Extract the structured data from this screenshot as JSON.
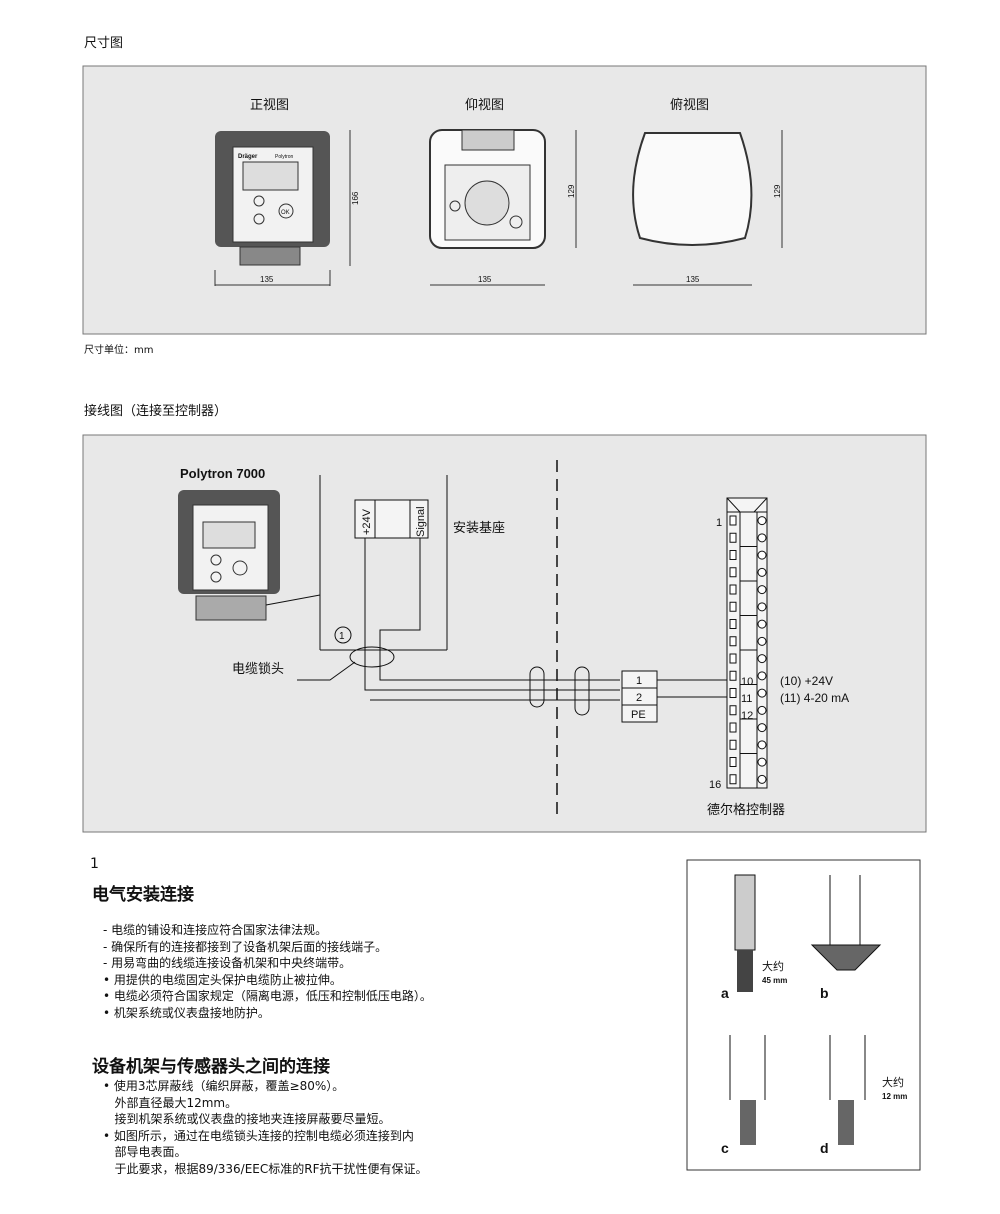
{
  "dimensions": {
    "title": "尺寸图",
    "front_label": "正视图",
    "bottom_label": "仰视图",
    "top_label": "俯视图",
    "width_front": "135",
    "height_front": "166",
    "width_bottom": "135",
    "height_bottom": "129",
    "width_top": "135",
    "height_top": "129",
    "unit_note": "尺寸单位：mm",
    "brand": "Dräger",
    "model_small": "Polytron",
    "ok": "OK"
  },
  "wiring": {
    "title": "接线图（连接至控制器）",
    "device_name": "Polytron 7000",
    "base_label": "安装基座",
    "gland_label": "电缆锁头",
    "circle_ref": "1",
    "term_24v": "+24V",
    "term_signal": "Signal",
    "cable_terms": [
      "1",
      "2",
      "PE"
    ],
    "strip_first": "1",
    "strip_last": "16",
    "strip_nums": [
      "10",
      "11",
      "12"
    ],
    "legend": [
      "(10) +24V",
      "(11) 4-20 mA"
    ],
    "controller_label": "德尔格控制器"
  },
  "section1": {
    "ref": "1",
    "heading": "电气安装连接",
    "items": [
      "- 电缆的铺设和连接应符合国家法律法规。",
      "- 确保所有的连接都接到了设备机架后面的接线端子。",
      "- 用易弯曲的线缆连接设备机架和中央终端带。",
      "• 用提供的电缆固定头保护电缆防止被拉伸。",
      "• 电缆必须符合国家规定（隔离电源，低压和控制低压电路）。",
      "• 机架系统或仪表盘接地防护。"
    ]
  },
  "section2": {
    "heading": "设备机架与传感器头之间的连接",
    "items": [
      "• 使用3芯屏蔽线（编织屏蔽，覆盖≥80%）。",
      "   外部直径最大12mm。",
      "   接到机架系统或仪表盘的接地夹连接屏蔽要尽量短。",
      "• 如图所示，通过在电缆锁头连接的控制电缆必须连接到内",
      "   部导电表面。",
      "   于此要求，根据89/336/EEC标准的RF抗干扰性便有保证。"
    ]
  },
  "cable_prep": {
    "labels": [
      "a",
      "b",
      "c",
      "d"
    ],
    "approx": "大约",
    "len_a": "45 mm",
    "len_d": "12 mm"
  }
}
